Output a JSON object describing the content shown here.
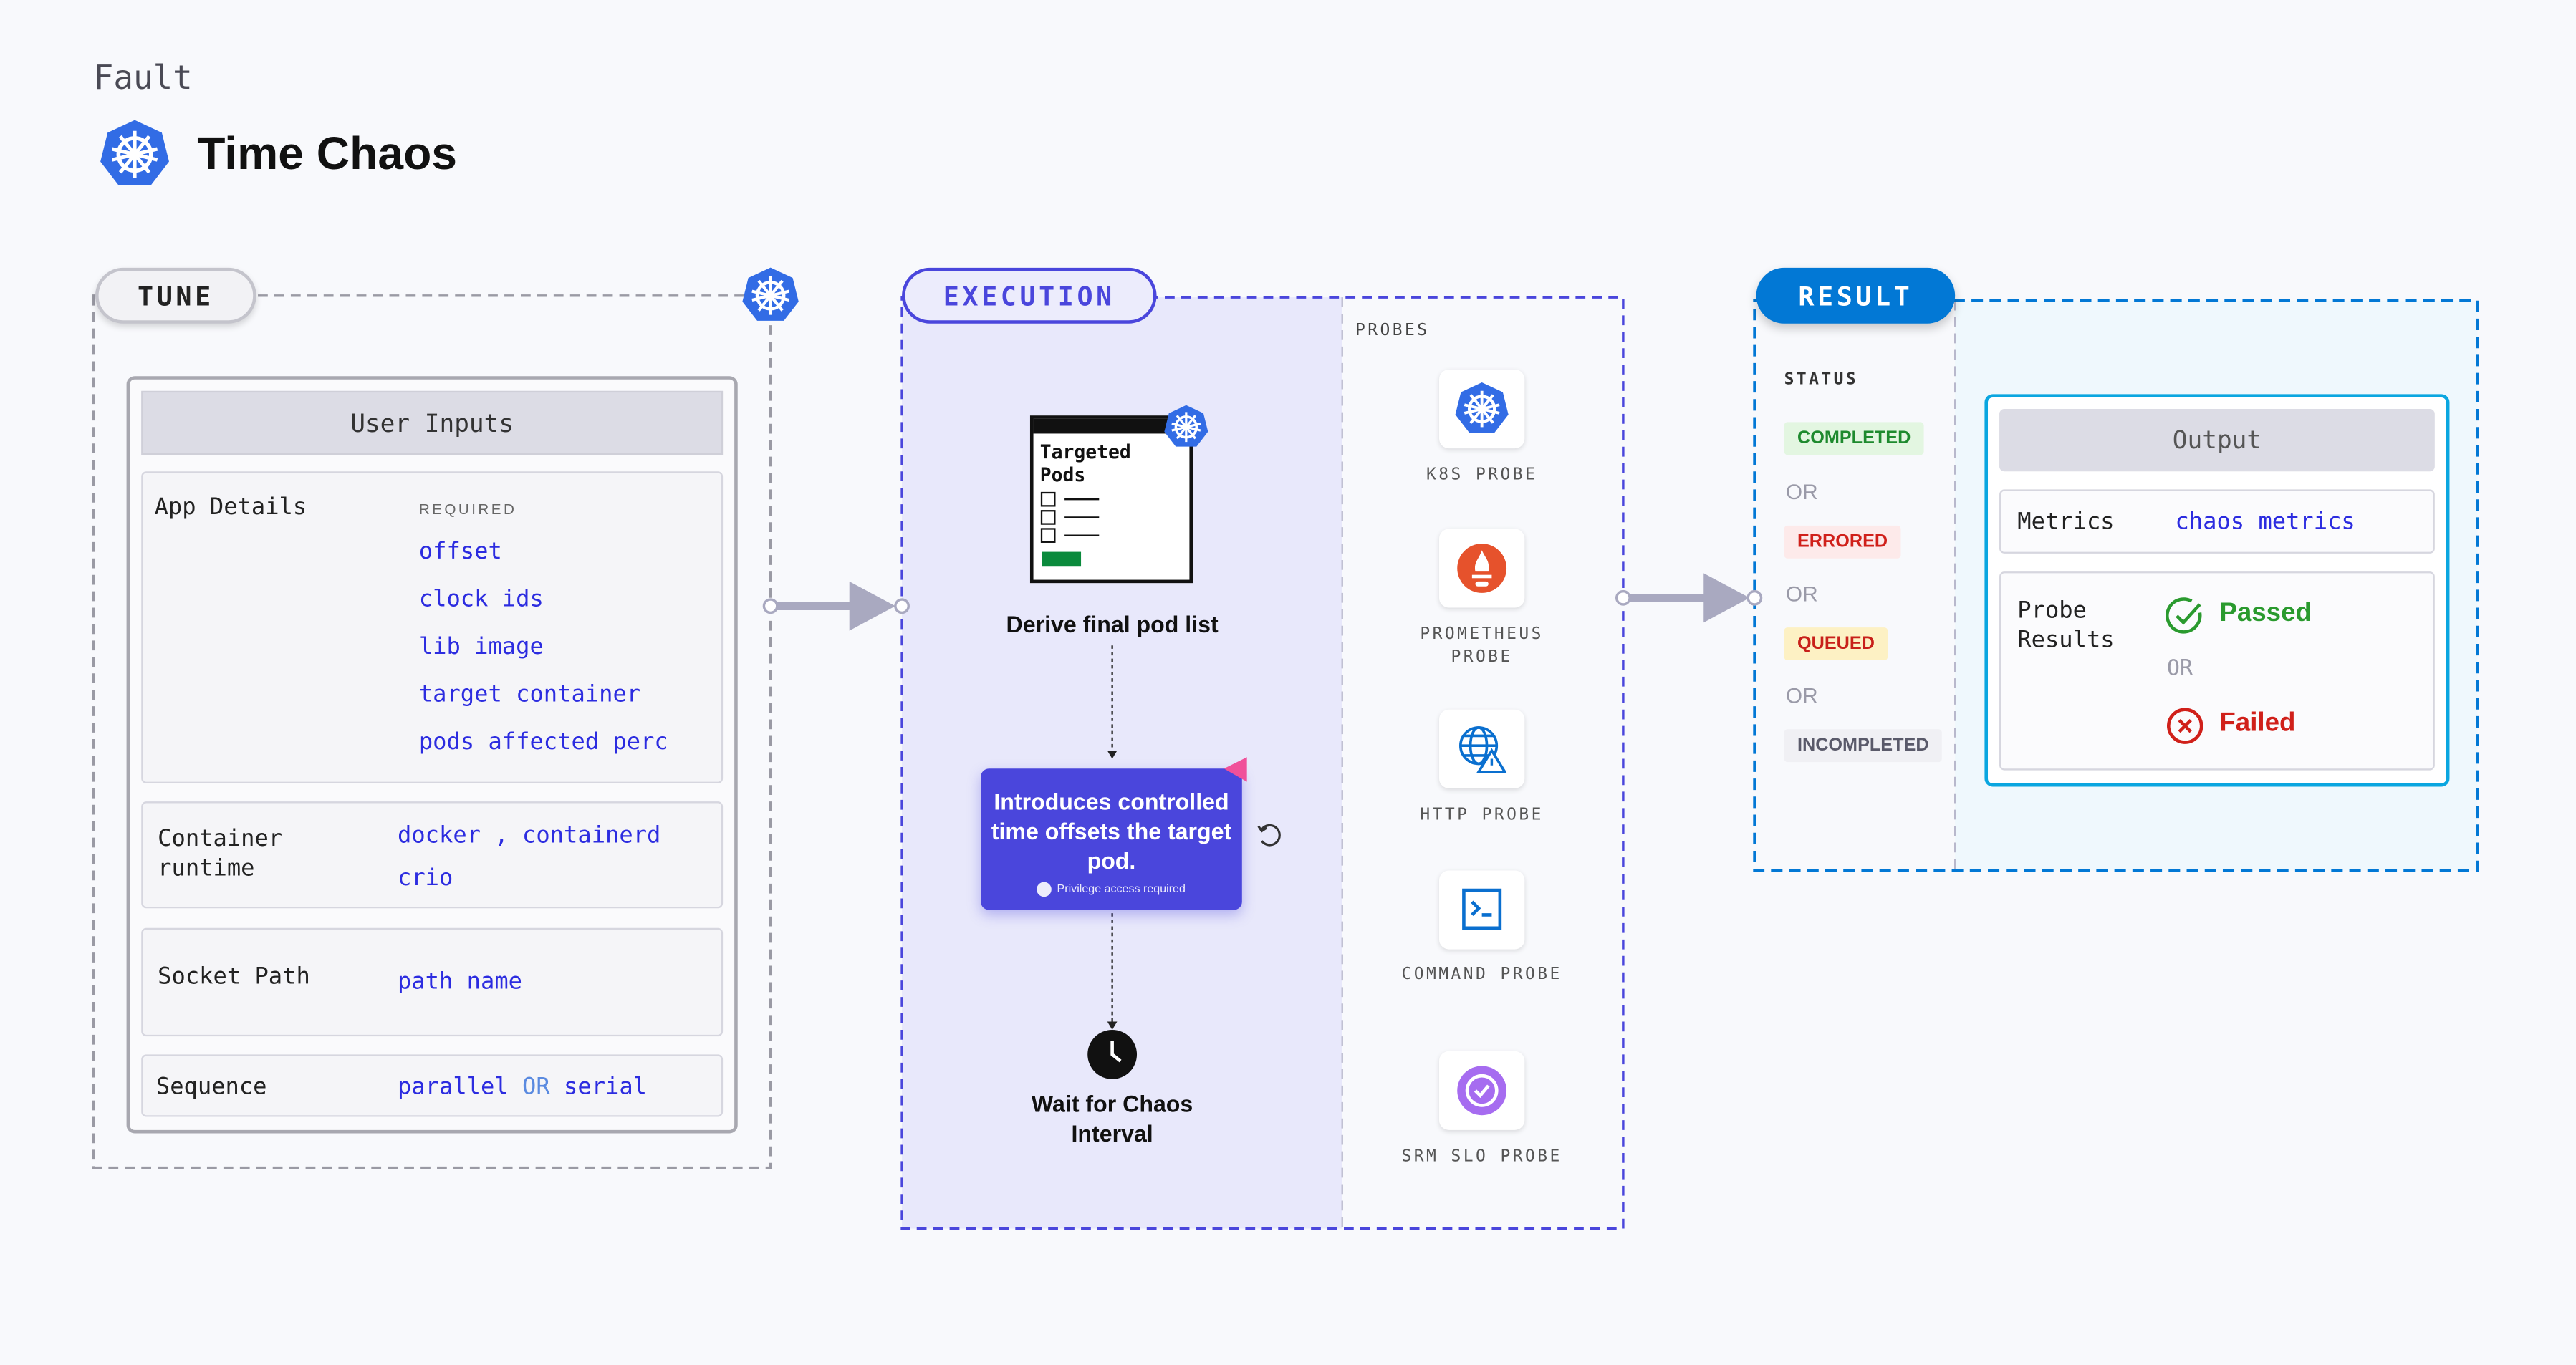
{
  "header": {
    "category": "Fault",
    "title": "Time Chaos",
    "logo_icon": "kubernetes-icon"
  },
  "tune": {
    "label": "TUNE",
    "panel_title": "User Inputs",
    "app_details": {
      "label": "App Details",
      "required_label": "REQUIRED",
      "items": [
        "offset",
        "clock ids",
        "lib image",
        "target container",
        "pods affected perc"
      ]
    },
    "container_runtime": {
      "label": "Container runtime",
      "values": [
        "docker",
        ",",
        "containerd",
        "crio"
      ]
    },
    "socket_path": {
      "label": "Socket Path",
      "value": "path name"
    },
    "sequence": {
      "label": "Sequence",
      "value_a": "parallel",
      "or": "OR",
      "value_b": "serial"
    }
  },
  "execution": {
    "label": "EXECUTION",
    "pods_card_title": "Targeted Pods",
    "step1": "Derive final pod list",
    "step2": "Introduces controlled time offsets the target pod.",
    "privilege": "Privilege access required",
    "step3": "Wait for Chaos Interval",
    "probes_label": "PROBES",
    "probes": [
      {
        "label": "K8S PROBE",
        "icon": "kubernetes-icon"
      },
      {
        "label": "PROMETHEUS PROBE",
        "icon": "prometheus-icon"
      },
      {
        "label": "HTTP PROBE",
        "icon": "globe-warning-icon"
      },
      {
        "label": "COMMAND PROBE",
        "icon": "terminal-icon"
      },
      {
        "label": "SRM SLO PROBE",
        "icon": "slo-icon"
      }
    ]
  },
  "result": {
    "label": "RESULT",
    "status_label": "STATUS",
    "or": "OR",
    "statuses": [
      {
        "label": "COMPLETED",
        "color": "#1e8a2e",
        "bg": "#e3f6e1"
      },
      {
        "label": "ERRORED",
        "color": "#d0201a",
        "bg": "#fdeaea"
      },
      {
        "label": "QUEUED",
        "color": "#c8201a",
        "bg": "#fdf1c4"
      },
      {
        "label": "INCOMPLETED",
        "color": "#5a5a6a",
        "bg": "#f0f0f4"
      }
    ],
    "output": {
      "title": "Output",
      "metrics_label": "Metrics",
      "metrics_value": "chaos metrics",
      "probe_results_label": "Probe Results",
      "passed": "Passed",
      "failed": "Failed"
    }
  },
  "colors": {
    "execution": "#4a46dc",
    "result": "#0278d5",
    "link": "#2c2ce0"
  }
}
